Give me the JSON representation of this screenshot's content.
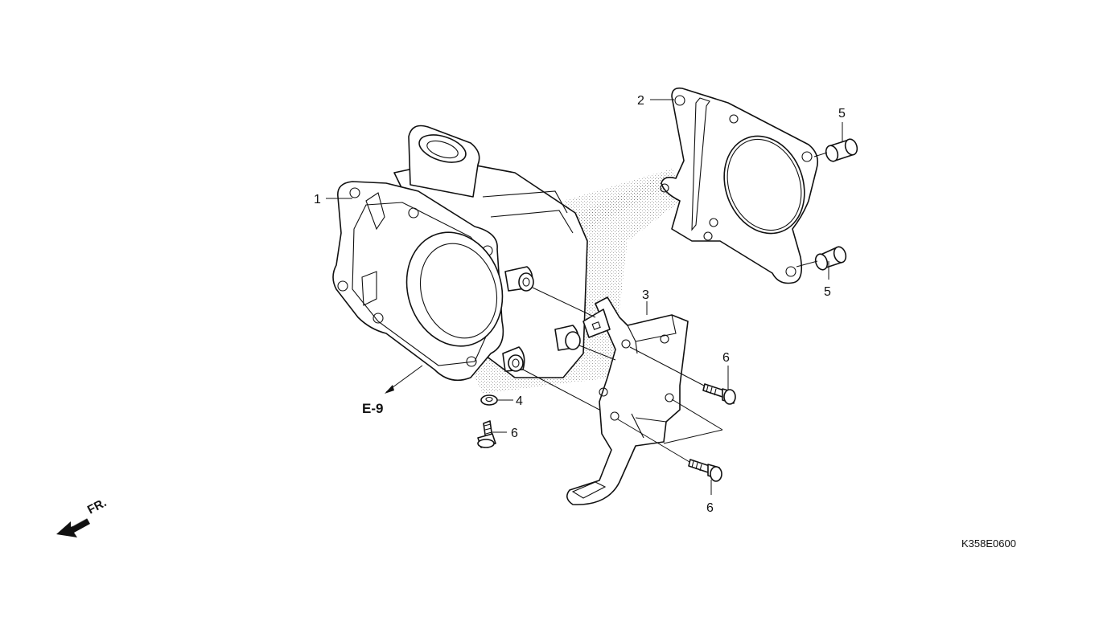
{
  "diagram": {
    "code": "K358E0600",
    "reference": "E-9",
    "front_marker": "FR."
  },
  "callouts": {
    "cylinder": "1",
    "gasket": "2",
    "stay": "3",
    "washer": "4",
    "dowel_top": "5",
    "dowel_bottom": "5",
    "bolt_right_top": "6",
    "bolt_left": "6",
    "bolt_right_bottom": "6"
  }
}
